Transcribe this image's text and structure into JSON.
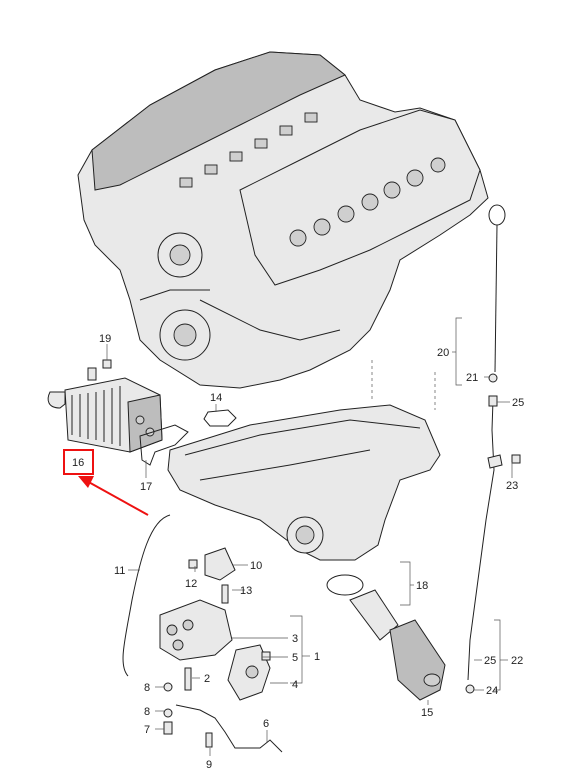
{
  "callouts": {
    "c1": "1",
    "c2": "2",
    "c3": "3",
    "c4": "4",
    "c5": "5",
    "c6": "6",
    "c7": "7",
    "c8a": "8",
    "c8b": "8",
    "c9": "9",
    "c10": "10",
    "c11": "11",
    "c12": "12",
    "c13": "13",
    "c14": "14",
    "c15": "15",
    "c16": "16",
    "c17": "17",
    "c18": "18",
    "c19": "19",
    "c20": "20",
    "c21": "21",
    "c22": "22",
    "c23": "23",
    "c24": "24",
    "c25a": "25",
    "c25b": "25"
  },
  "highlight": {
    "target": "16",
    "color": "#e11111"
  }
}
